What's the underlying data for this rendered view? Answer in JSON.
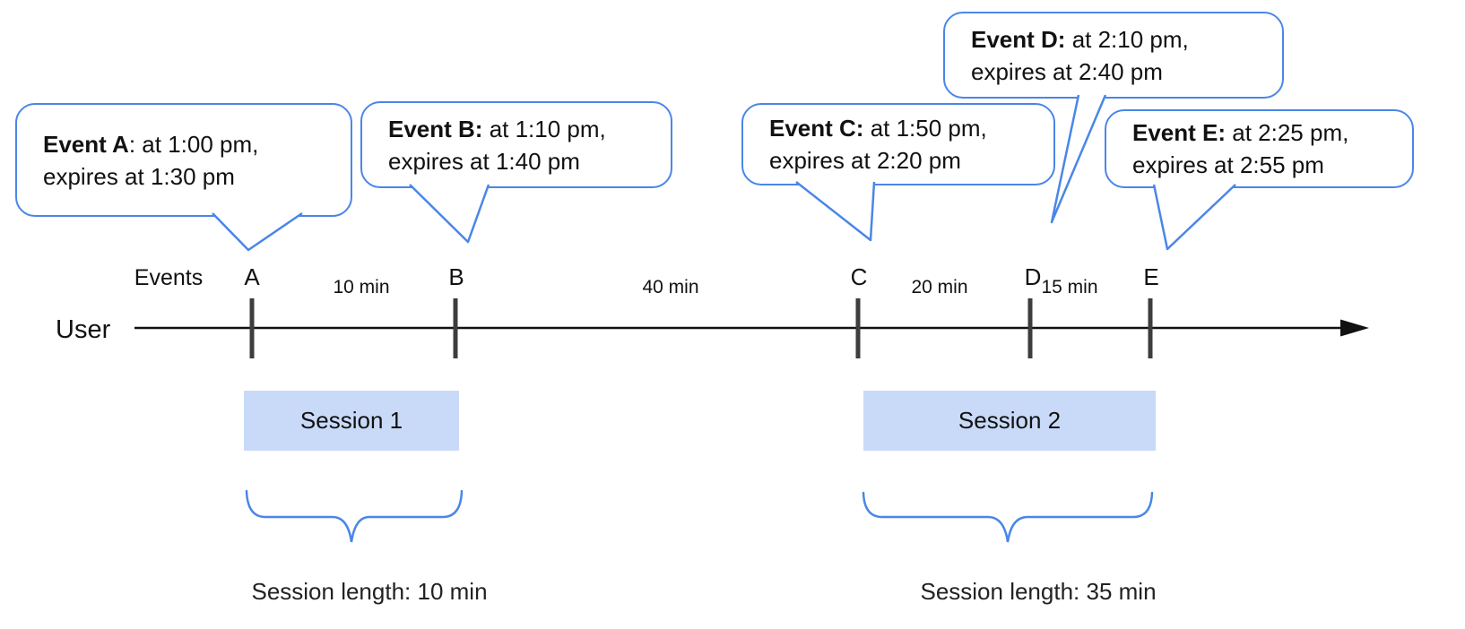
{
  "colors": {
    "accent_blue": "#4a86e8",
    "session_fill": "#c9daf8",
    "timeline_black": "#111111",
    "tick_gray": "#3d3d3d"
  },
  "callouts": [
    {
      "bold": "Event A",
      "rest": ": at 1:00 pm,",
      "line2": "expires at 1:30 pm"
    },
    {
      "bold": "Event B:",
      "rest": " at 1:10 pm,",
      "line2": "expires at 1:40 pm"
    },
    {
      "bold": "Event C:",
      "rest": " at 1:50 pm,",
      "line2": "expires at 2:20 pm"
    },
    {
      "bold": "Event D:",
      "rest": " at 2:10 pm,",
      "line2": "expires at 2:40 pm"
    },
    {
      "bold": "Event E:",
      "rest": " at 2:25 pm,",
      "line2": "expires at 2:55 pm"
    }
  ],
  "timeline": {
    "row_label": "User",
    "events_label": "Events",
    "ticks": [
      "A",
      "B",
      "C",
      "D",
      "E"
    ],
    "gaps": [
      "10 min",
      "40 min",
      "20 min",
      "15 min"
    ]
  },
  "sessions": [
    {
      "name": "Session 1",
      "length_label": "Session length: 10 min"
    },
    {
      "name": "Session 2",
      "length_label": "Session length: 35 min"
    }
  ]
}
